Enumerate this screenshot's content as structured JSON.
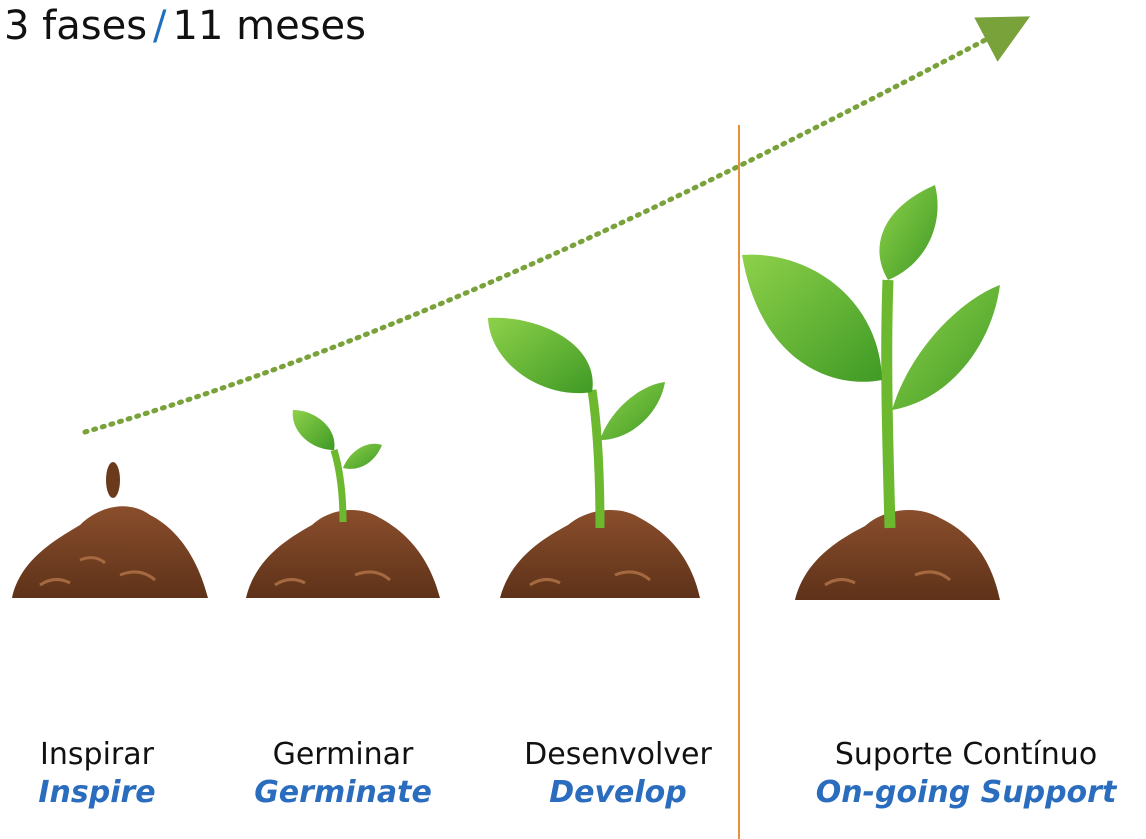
{
  "header": {
    "phases": "3 fases",
    "separator": "/",
    "duration": "11 meses"
  },
  "stages": [
    {
      "pt": "Inspirar",
      "en": "Inspire",
      "icon": "seed-on-soil-icon"
    },
    {
      "pt": "Germinar",
      "en": "Germinate",
      "icon": "sprout-on-soil-icon"
    },
    {
      "pt": "Desenvolver",
      "en": "Develop",
      "icon": "young-plant-on-soil-icon"
    },
    {
      "pt": "Suporte Contínuo",
      "en": "On-going Support",
      "icon": "grown-plant-on-soil-icon"
    }
  ],
  "colors": {
    "accent_blue": "#2a6cbd",
    "divider_orange": "#e8903a",
    "leaf_green": "#6cc13a",
    "soil_brown": "#7a4326",
    "trend_green": "#7aa23a"
  }
}
